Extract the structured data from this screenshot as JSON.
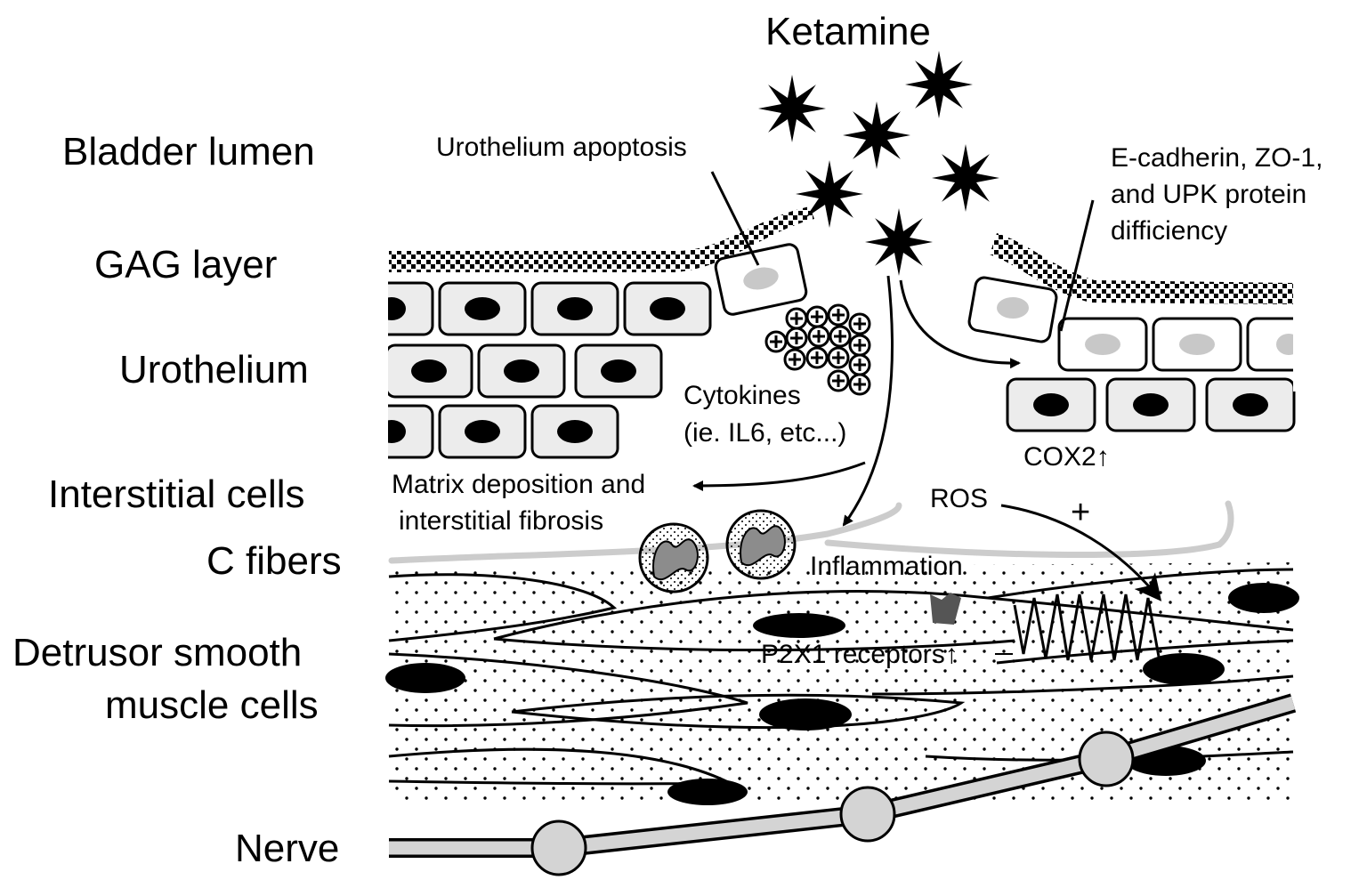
{
  "title": "Ketamine",
  "layers": {
    "bladder_lumen": "Bladder lumen",
    "gag_layer": "GAG layer",
    "urothelium": "Urothelium",
    "interstitial_cells": "Interstitial cells",
    "c_fibers": "C fibers",
    "detrusor_line1": "Detrusor smooth",
    "detrusor_line2": "muscle cells",
    "nerve": "Nerve"
  },
  "annotations": {
    "urothelium_apoptosis": "Urothelium apoptosis",
    "ecadherin_line1": "E-cadherin, ZO-1,",
    "ecadherin_line2": "and UPK protein",
    "ecadherin_line3": "difficiency",
    "cytokines_line1": "Cytokines",
    "cytokines_line2": "(ie. IL6, etc...)",
    "matrix_line1": "Matrix deposition and",
    "matrix_line2": "interstitial fibrosis",
    "cox2": "COX2↑",
    "ros": "ROS",
    "plus": "+",
    "inflammation": "Inflammation",
    "p2x1": "P2X1 receptors↑"
  },
  "colors": {
    "cell_fill": "#ececec",
    "nucleus": "#000000",
    "pale_nucleus": "#c8c8c8",
    "c_fiber": "#d0d0d0",
    "nerve_fill": "#d4d4d4",
    "receptor": "#555555",
    "neutrophil_nucleus": "#8c8c8c"
  }
}
